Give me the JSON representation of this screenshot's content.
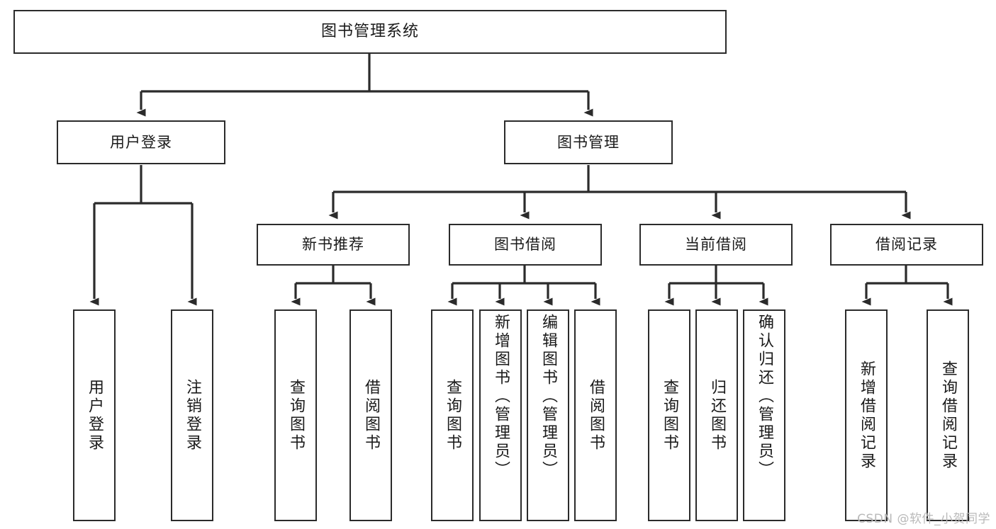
{
  "diagram": {
    "title": "图书管理系统",
    "type": "tree-hierarchy-chart",
    "colors": {
      "box_border": "#2b2b2b",
      "box_fill": "#ffffff",
      "connector": "#2b2b2b",
      "background": "#ffffff",
      "watermark": "#b9b9b9"
    },
    "root": {
      "label": "图书管理系统"
    },
    "level2": [
      {
        "label": "用户登录"
      },
      {
        "label": "图书管理"
      }
    ],
    "level3": [
      {
        "label": "新书推荐"
      },
      {
        "label": "图书借阅"
      },
      {
        "label": "当前借阅"
      },
      {
        "label": "借阅记录"
      }
    ],
    "leaves": {
      "user_login": [
        {
          "label": "用户登录"
        },
        {
          "label": "注销登录"
        }
      ],
      "new_book_recommend": [
        {
          "label": "查询图书"
        },
        {
          "label": "借阅图书"
        }
      ],
      "book_borrow": [
        {
          "label": "查询图书"
        },
        {
          "label": "新增图书（管理员）"
        },
        {
          "label": "编辑图书（管理员）"
        },
        {
          "label": "借阅图书"
        }
      ],
      "current_borrow": [
        {
          "label": "查询图书"
        },
        {
          "label": "归还图书"
        },
        {
          "label": "确认归还（管理员）"
        }
      ],
      "borrow_record": [
        {
          "label": "新增借阅记录"
        },
        {
          "label": "查询借阅记录"
        }
      ]
    }
  },
  "watermark": {
    "text": "CSDN @软件_小贺同学"
  }
}
